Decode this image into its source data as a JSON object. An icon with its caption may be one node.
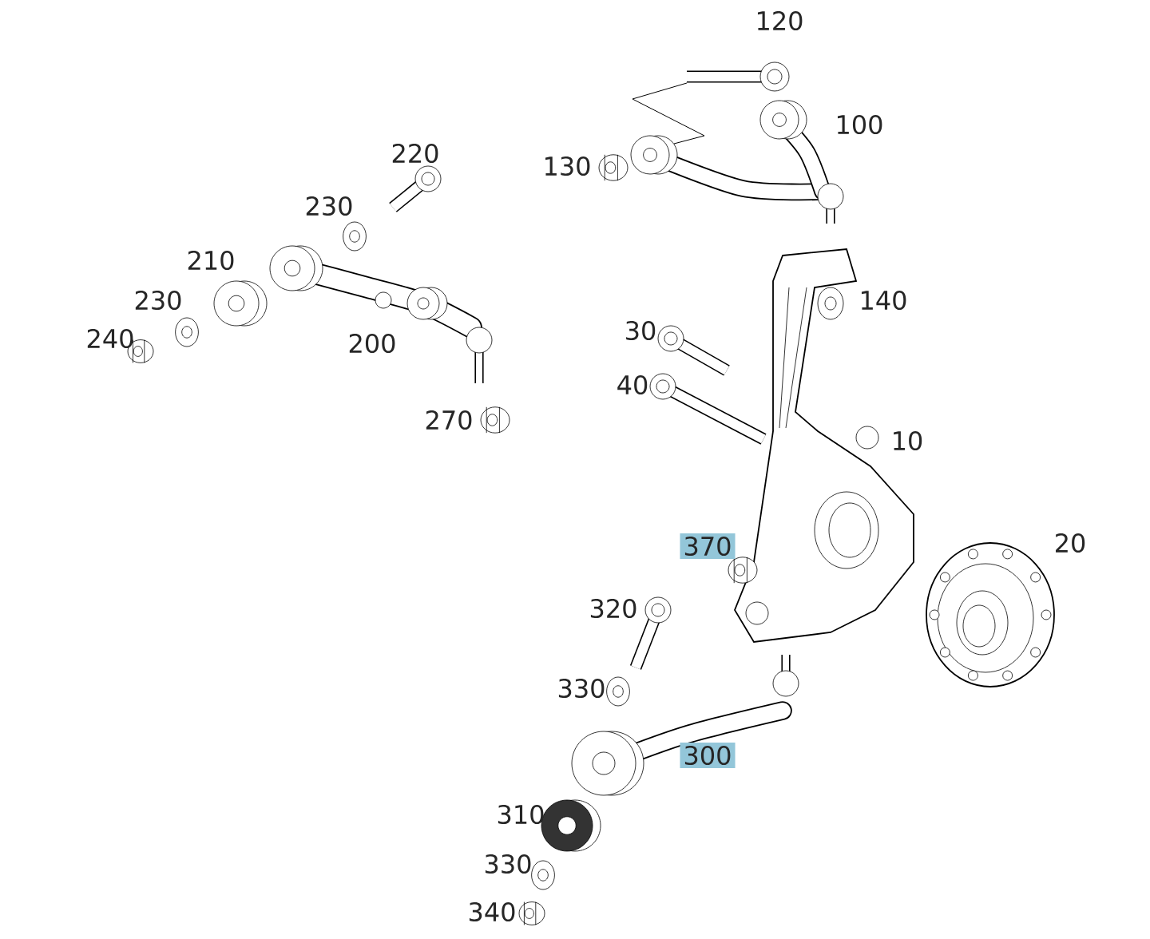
{
  "diagram": {
    "labels": [
      "120",
      "100",
      "220",
      "130",
      "230",
      "210",
      "140",
      "230",
      "240",
      "200",
      "30",
      "40",
      "270",
      "10",
      "20",
      "370",
      "320",
      "330",
      "300",
      "310",
      "330",
      "340"
    ]
  }
}
